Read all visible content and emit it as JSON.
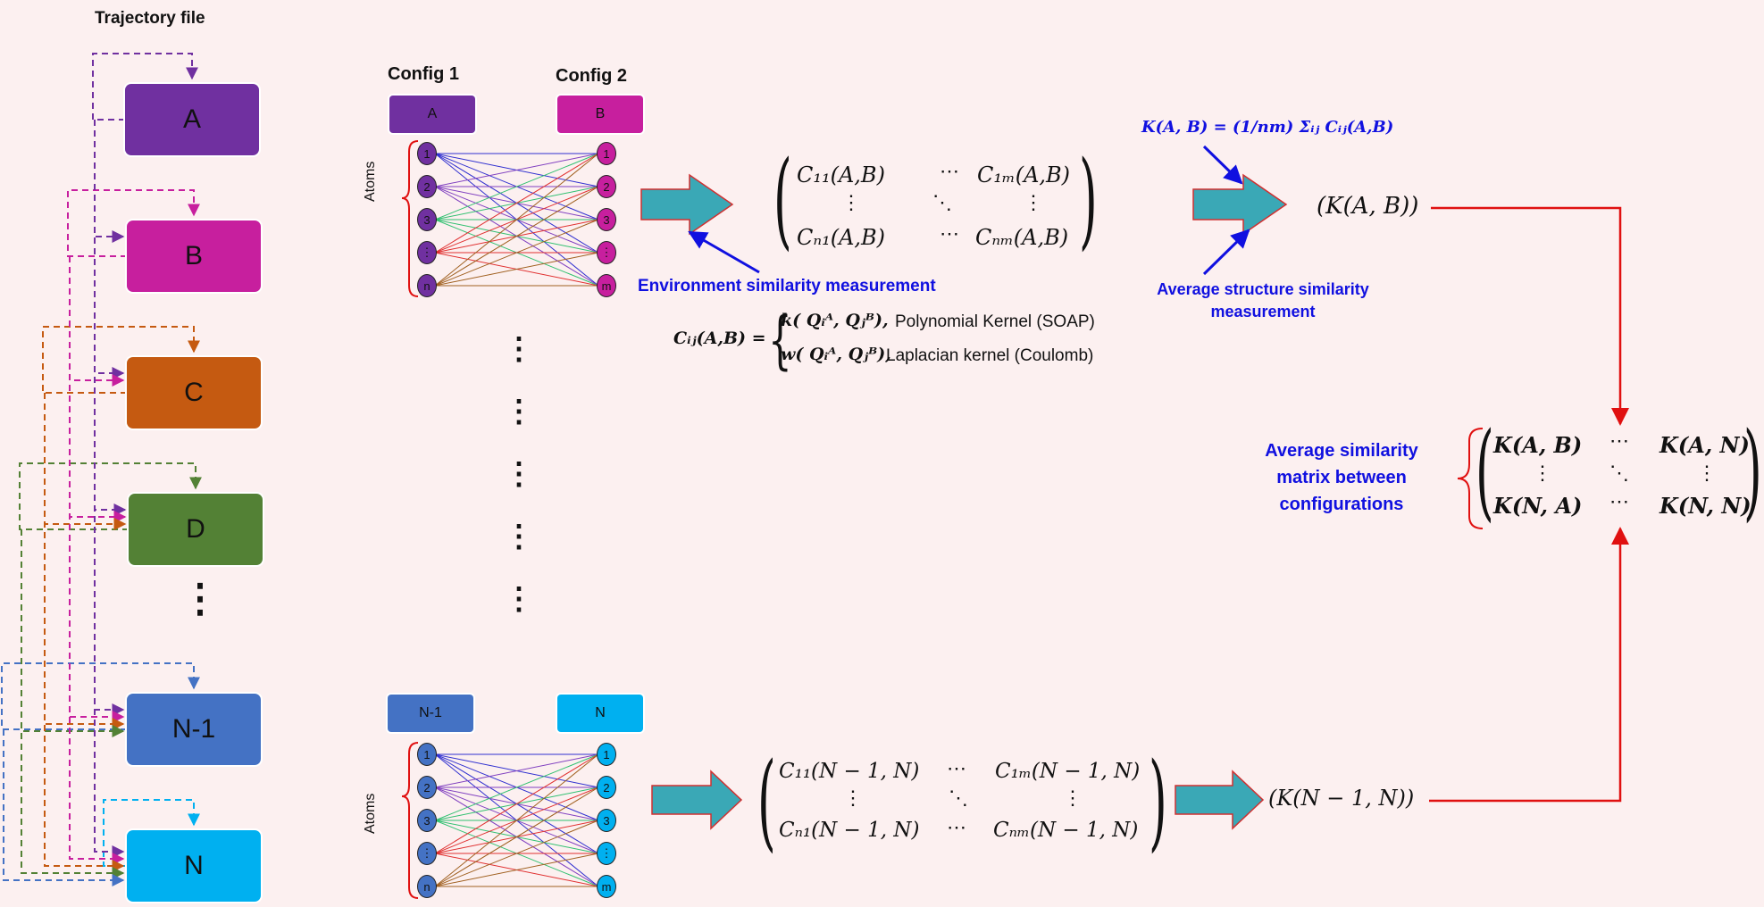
{
  "trajectory": {
    "title": "Trajectory file",
    "boxes": [
      {
        "label": "A",
        "color": "#7030a0"
      },
      {
        "label": "B",
        "color": "#c71f9e"
      },
      {
        "label": "C",
        "color": "#c55a11"
      },
      {
        "label": "D",
        "color": "#538135"
      },
      {
        "label": "N-1",
        "color": "#4472c4"
      },
      {
        "label": "N",
        "color": "#00b0f0"
      }
    ],
    "ellipsis": "⋮"
  },
  "config_top": {
    "config1": "Config 1",
    "config2": "Config 2",
    "left_label": "A",
    "right_label": "B",
    "left_color": "#7030a0",
    "right_color": "#c71f9e",
    "atoms_label": "Atoms",
    "left_nodes": [
      "1",
      "2",
      "3",
      "⋮",
      "n"
    ],
    "right_nodes": [
      "1",
      "2",
      "3",
      "⋮",
      "m"
    ]
  },
  "config_bottom": {
    "left_label": "N-1",
    "right_label": "N",
    "left_color": "#4472c4",
    "right_color": "#00b0f0",
    "atoms_label": "Atoms",
    "left_nodes": [
      "1",
      "2",
      "3",
      "⋮",
      "n"
    ],
    "right_nodes": [
      "1",
      "2",
      "3",
      "⋮",
      "m"
    ]
  },
  "matrix_top": {
    "c11": "C₁₁(A,B)",
    "c1m": "C₁ₘ(A,B)",
    "cn1": "Cₙ₁(A,B)",
    "cnm": "Cₙₘ(A,B)",
    "cdots": "⋯",
    "vdots": "⋮",
    "ddots": "⋱"
  },
  "matrix_bottom": {
    "c11": "C₁₁(N − 1, N)",
    "c1m": "C₁ₘ(N − 1, N)",
    "cn1": "Cₙ₁(N − 1, N)",
    "cnm": "Cₙₘ(N − 1, N)",
    "cdots": "⋯",
    "vdots": "⋮",
    "ddots": "⋱"
  },
  "env_similarity": "Environment similarity measurement",
  "cij": {
    "lhs": "Cᵢⱼ(A,B) =",
    "row1_fn": "k( Qᵢᴬ, Qⱼᴮ),",
    "row1_name": "Polynomial Kernel (SOAP)",
    "row2_fn": "w( Qᵢᴬ, Qⱼᴮ),",
    "row2_name": "Laplacian kernel (Coulomb)"
  },
  "k_formula": "K(A, B) = (1/nm) Σᵢⱼ Cᵢⱼ(A,B)",
  "avg_structure": [
    "Average structure similarity",
    "measurement"
  ],
  "k_ab": "(K(A, B))",
  "k_n1n": "(K(N − 1, N))",
  "avg_matrix_label": [
    "Average similarity",
    "matrix between",
    "configurations"
  ],
  "final_matrix": {
    "kab": "K(A, B)",
    "kan": "K(A, N)",
    "kna": "K(N, A)",
    "knn": "K(N, N)",
    "cdots": "⋯",
    "vdots": "⋮",
    "ddots": "⋱"
  },
  "config_ellipsis": "⋮",
  "colors": {
    "background": "#fcf0f0",
    "arrow_fill": "#3aa8b6",
    "arrow_stroke": "#d03030",
    "red": "#e01010",
    "blue_text": "#1010e0"
  }
}
